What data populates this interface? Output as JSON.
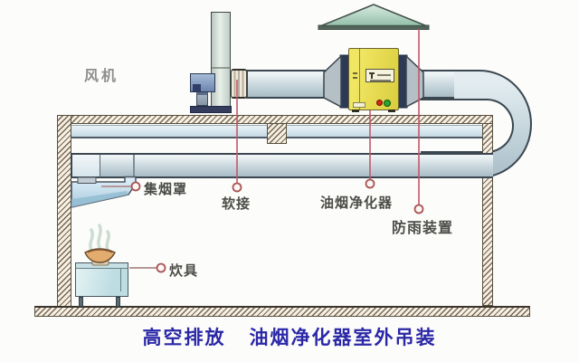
{
  "title": {
    "left": "高空排放",
    "right": "油烟净化器室外吊装"
  },
  "labels": {
    "fan": "风机",
    "hood": "集烟罩",
    "soft_joint": "软接",
    "purifier": "油烟净化器",
    "rain_guard": "防雨装置",
    "cooker": "炊具"
  },
  "colors": {
    "title_blue": "#2b28a8",
    "label_gray": "#4c4c48",
    "fan_label_gray": "#8e8e8c",
    "leader_red": "#c25868",
    "leader_pink": "#b49898",
    "purifier_yellow": "#e4da4e",
    "rain_cap_green": "#a8cbb9",
    "duct_gray_blue": "#c6d4dc",
    "masonry_hatch": "#57503f"
  }
}
